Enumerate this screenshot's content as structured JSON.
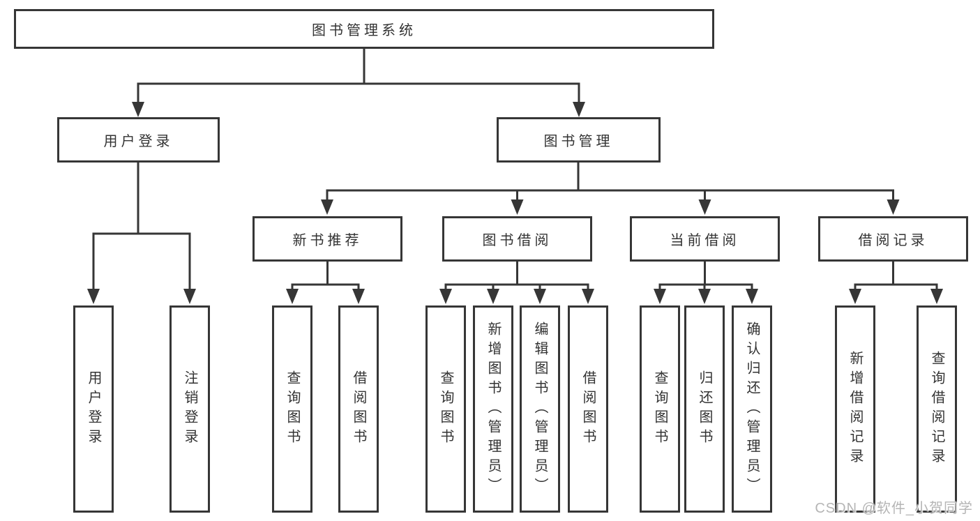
{
  "diagram": {
    "root": {
      "label": "图书管理系统"
    },
    "level2": [
      {
        "id": "user-login",
        "label": "用户登录"
      },
      {
        "id": "book-management",
        "label": "图书管理"
      }
    ],
    "level3": [
      {
        "id": "new-book-recommend",
        "label": "新书推荐",
        "parent": "图书管理"
      },
      {
        "id": "book-borrowing",
        "label": "图书借阅",
        "parent": "图书管理"
      },
      {
        "id": "current-borrowing",
        "label": "当前借阅",
        "parent": "图书管理"
      },
      {
        "id": "borrowing-records",
        "label": "借阅记录",
        "parent": "图书管理"
      }
    ],
    "leaves": [
      {
        "label": "用户登录",
        "parent": "用户登录"
      },
      {
        "label": "注销登录",
        "parent": "用户登录"
      },
      {
        "label": "查询图书",
        "parent": "新书推荐"
      },
      {
        "label": "借阅图书",
        "parent": "新书推荐"
      },
      {
        "label": "查询图书",
        "parent": "图书借阅"
      },
      {
        "label": "新增图书（管理员）",
        "parent": "图书借阅"
      },
      {
        "label": "编辑图书（管理员）",
        "parent": "图书借阅"
      },
      {
        "label": "借阅图书",
        "parent": "图书借阅"
      },
      {
        "label": "查询图书",
        "parent": "当前借阅"
      },
      {
        "label": "归还图书",
        "parent": "当前借阅"
      },
      {
        "label": "确认归还（管理员）",
        "parent": "当前借阅"
      },
      {
        "label": "新增借阅记录",
        "parent": "借阅记录"
      },
      {
        "label": "查询借阅记录",
        "parent": "借阅记录"
      }
    ]
  },
  "watermark": "CSDN @软件_小贺同学",
  "colors": {
    "line": "#363636",
    "text": "#333333",
    "background": "#ffffff",
    "watermark": "#b5b5b5"
  }
}
